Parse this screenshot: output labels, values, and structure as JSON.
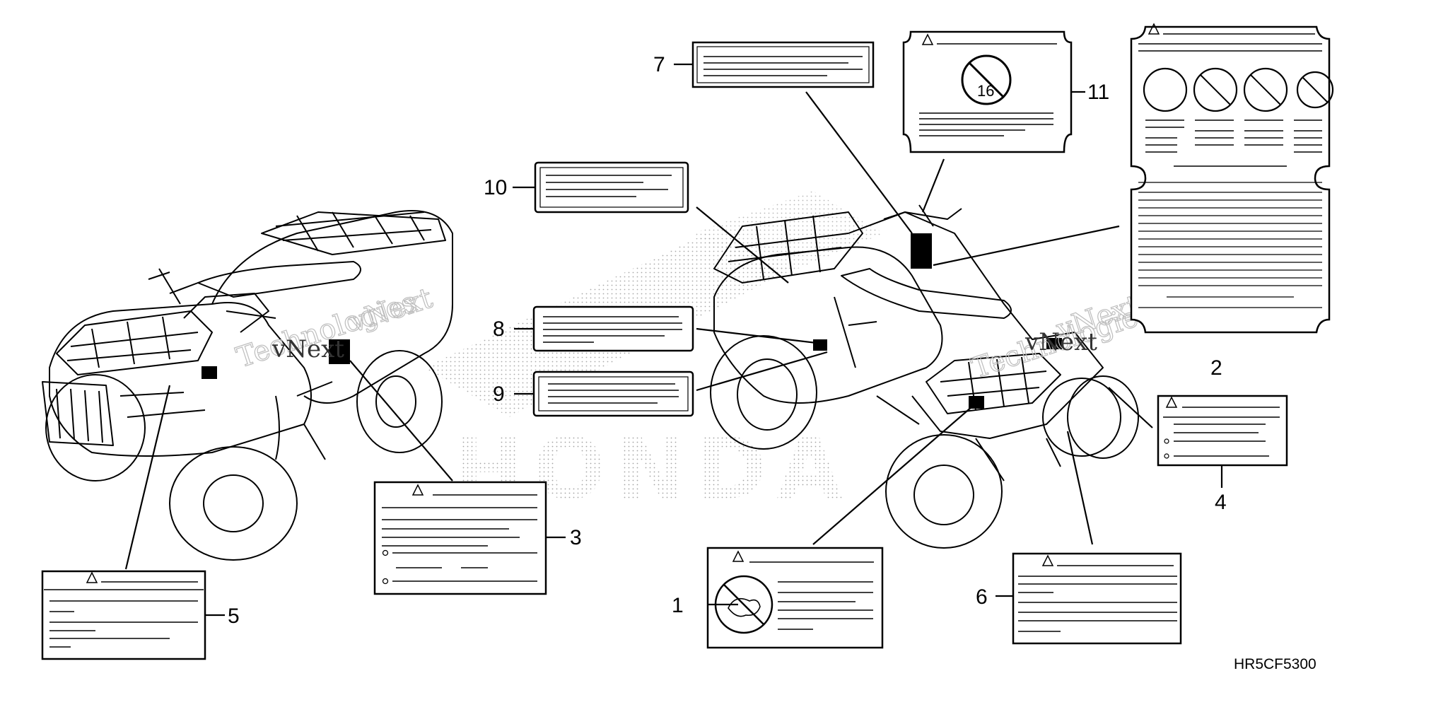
{
  "diagram": {
    "drawing_code": "HR5CF5300",
    "watermark": {
      "line1": "vNext",
      "line2": "Technologies"
    },
    "brand_mark": "HONDA",
    "callouts": [
      "1",
      "2",
      "3",
      "4",
      "5",
      "6",
      "7",
      "8",
      "9",
      "10",
      "11"
    ],
    "label_sign_16": "16"
  }
}
